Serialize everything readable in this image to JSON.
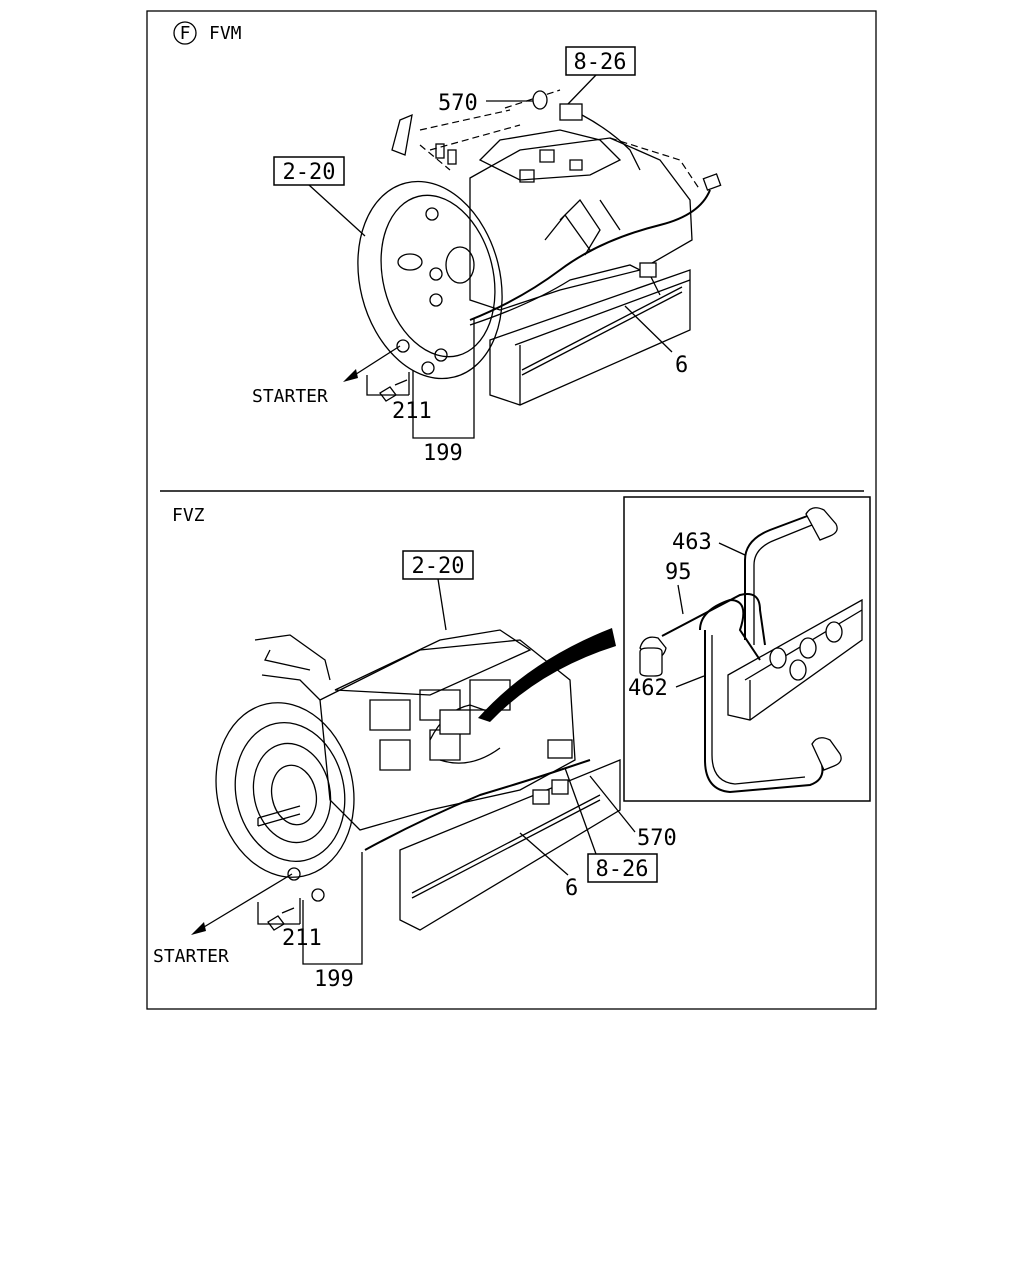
{
  "top_panel": {
    "variant_circle": "F",
    "variant": "FVM",
    "callouts": {
      "ref_8_26": "8-26",
      "ref_2_20": "2-20",
      "p570": "570",
      "p6": "6",
      "starter": "STARTER",
      "p211": "211",
      "p199": "199"
    }
  },
  "bottom_panel": {
    "variant": "FVZ",
    "callouts": {
      "ref_2_20": "2-20",
      "ref_8_26": "8-26",
      "p570": "570",
      "p6": "6",
      "starter": "STARTER",
      "p211": "211",
      "p199": "199"
    },
    "inset": {
      "p463": "463",
      "p95": "95",
      "p462": "462"
    }
  }
}
